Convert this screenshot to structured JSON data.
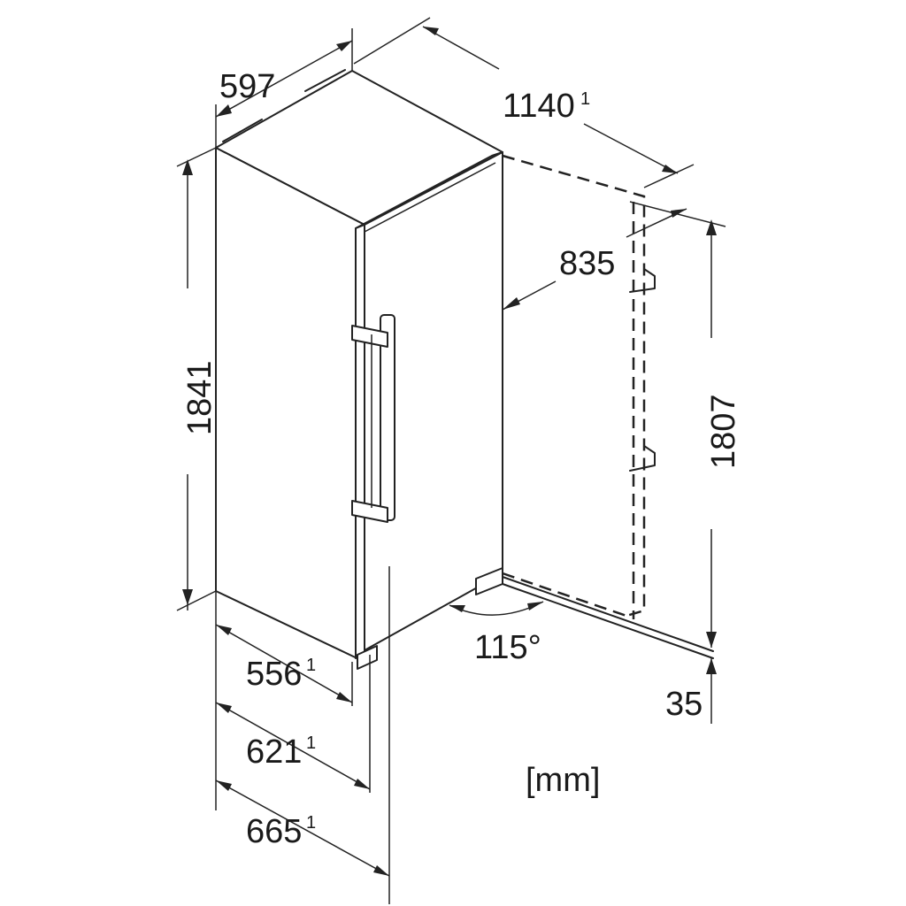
{
  "diagram": {
    "unit_label": "[mm]",
    "dimensions": {
      "width_top": "597",
      "depth_door_open": "1140",
      "depth_door_open_note": "1",
      "hinge_clearance": "835",
      "height_total": "1841",
      "height_door": "1807",
      "door_angle": "115°",
      "plinth_offset": "35",
      "depth_body": "556",
      "depth_body_note": "1",
      "depth_with_door": "621",
      "depth_with_door_note": "1",
      "depth_with_handle": "665",
      "depth_with_handle_note": "1"
    }
  }
}
